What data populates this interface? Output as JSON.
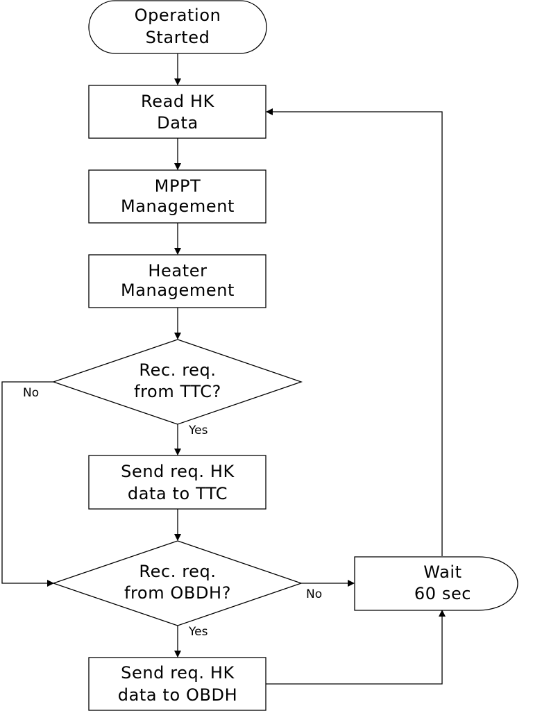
{
  "nodes": {
    "start": {
      "line1": "Operation",
      "line2": "Started"
    },
    "read_hk": {
      "line1": "Read HK",
      "line2": "Data"
    },
    "mppt": {
      "line1": "MPPT",
      "line2": "Management"
    },
    "heater": {
      "line1": "Heater",
      "line2": "Management"
    },
    "dec_ttc": {
      "line1": "Rec. req.",
      "line2": "from TTC?"
    },
    "send_ttc": {
      "line1": "Send req. HK",
      "line2": "data to TTC"
    },
    "dec_obdh": {
      "line1": "Rec. req.",
      "line2": "from OBDH?"
    },
    "send_obdh": {
      "line1": "Send req. HK",
      "line2": "data to OBDH"
    },
    "wait": {
      "line1": "Wait",
      "line2": "60 sec"
    }
  },
  "edge_labels": {
    "ttc_no": "No",
    "ttc_yes": "Yes",
    "obdh_no": "No",
    "obdh_yes": "Yes"
  }
}
